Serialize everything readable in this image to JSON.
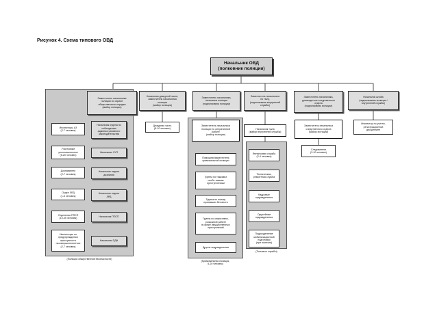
{
  "title": "Рисунок 4. Схема типового ОВД",
  "root": "Начальник ОВД\n(полковник полиции)",
  "columns": {
    "c1": {
      "header": "Заместитель начальника\nполиции по охране\nобщественного порядка\n(майор полиции)",
      "left": [
        "Инспекторы АЗ\n(2-7 человек)",
        "Участковые\nуполномоченные\n(5-20 человек)",
        "Дознаватели\n(2-7 человек)",
        "Отдел ЛРД\n(1-5 человек)",
        "Отделения ППСП\n(10-35 человек)",
        "Инспекторы по\nпредупреждению\nпреступности\nнесовершеннолетних\n(2-7 человек)"
      ],
      "right": [
        "Начальник отдела по\nсоблюдению\nадминистративного\nзаконодательства",
        "Начальник УУП",
        "Начальник отдела\nдознания",
        "Начальник отдела\nЛРД",
        "Начальник ППСП",
        "Начальник ПДН"
      ],
      "footer": "(Полиция общественной безопасности)"
    },
    "c2": {
      "header": "Начальник дежурной части,\nзаместитель начальника\nполиции\n(майор полиции)",
      "child": "Дежурная часть\n(8-10 человек)"
    },
    "c3": {
      "header": "Заместитель начальника,\nначальник полиции\n(подполковник полиции)",
      "sub": "Заместитель начальника\nполиции по оперативной\nработе\n(майор полиции)",
      "items": [
        "Помощник/заместитель\nкриминальной полиции",
        "Группа по тяжким и\nособо тяжким\nпреступлениям",
        "Группа по поиску\nпропавших без вести",
        "Группа по оперативно-\nрозыскной работе\nв сфере имущественных\nпреступлений",
        "Другие подразделения"
      ],
      "footer": "(Криминальная полиция,\n5-20 человек)"
    },
    "c4": {
      "header": "Заместитель начальника\nпо тылу,\n(подполковник внутренней\nслужбы)",
      "sub": "Начальник тыла\n(майор внутренней службы)",
      "items": [
        "Финансовая служба\n(2-4 человек)",
        "Техническая,\nремонтная служба",
        "Кадровые\nподразделения",
        "Оружейные\nподразделения",
        "Подразделение\nмобилизационной\nподготовки\n(при наличии)"
      ],
      "footer": "(Тыловые службы)"
    },
    "c5": {
      "header": "Заместитель начальника,\nруководитель следственного\nотдела\n(подполковник юстиции)",
      "sub": "Заместитель начальника\nследственного отдела\n(майор юстиции)",
      "child": "Следователи\n(3-10 человек)"
    },
    "c6": {
      "header": "Начальник штаба\n(подполковник полиции /\nвнутренней службы)",
      "child": "Инспектор по учетно-\nрегистрационной\nдисциплине"
    }
  }
}
